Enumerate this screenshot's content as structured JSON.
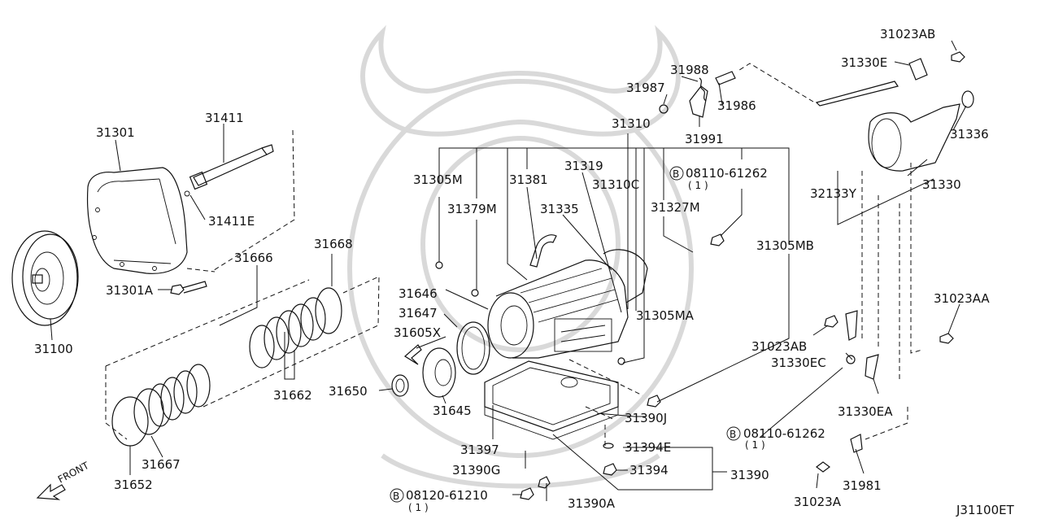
{
  "diagram_id": "J31100ET",
  "front_label": "FRONT",
  "labels": {
    "p31023AB_top": "31023AB",
    "p31330E": "31330E",
    "p31988": "31988",
    "p31987": "31987",
    "p31986": "31986",
    "p31991": "31991",
    "p31411": "31411",
    "p31301": "31301",
    "p31310": "31310",
    "p31336": "31336",
    "p31305M": "31305M",
    "p31381": "31381",
    "p31319": "31319",
    "p31310C": "31310C",
    "b08110_top": "08110-61262",
    "b08110_top_qty": "( 1 )",
    "p32133Y": "32133Y",
    "p31330": "31330",
    "p31411E": "31411E",
    "p31379M": "31379M",
    "p31335": "31335",
    "p31327M": "31327M",
    "p31666": "31666",
    "p31668": "31668",
    "p31305MB": "31305MB",
    "p31301A": "31301A",
    "p31646": "31646",
    "p31647": "31647",
    "p31305MA": "31305MA",
    "p31023AA": "31023AA",
    "p31605X": "31605X",
    "p31100": "31100",
    "p31023AB_mid": "31023AB",
    "p31330EC": "31330EC",
    "p31650": "31650",
    "p31662": "31662",
    "p31645": "31645",
    "p31330EA": "31330EA",
    "p31390J": "31390J",
    "b08110_bot": "08110-61262",
    "b08110_bot_qty": "( 1 )",
    "p31397": "31397",
    "p31394E": "31394E",
    "p31667": "31667",
    "p31390G": "31390G",
    "p31394": "31394",
    "p31390": "31390",
    "p31652": "31652",
    "p31981": "31981",
    "b08120": "08120-61210",
    "b08120_qty": "( 1 )",
    "p31390A": "31390A",
    "p31023A": "31023A",
    "bolt_marker": "B"
  }
}
